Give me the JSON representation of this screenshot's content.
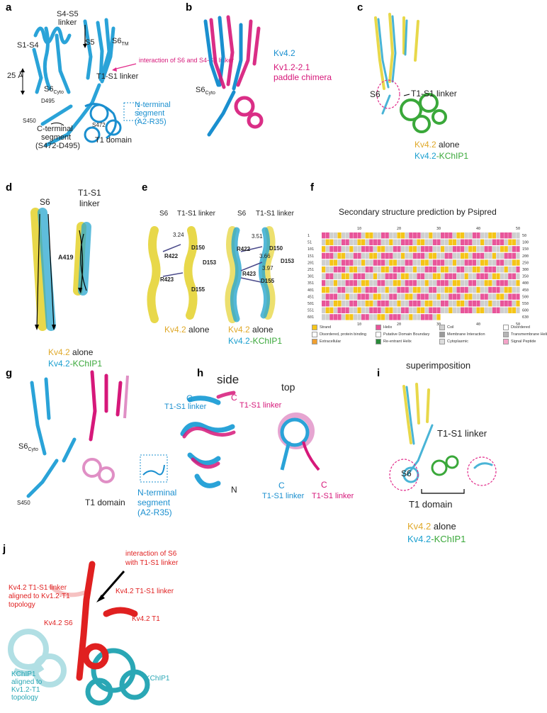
{
  "panels": {
    "a": {
      "label": "a",
      "s1s4": "S1-S4",
      "s4s5": "S4-S5",
      "linker": "linker",
      "s5": "S5",
      "s6tm": "S6",
      "s6tm_sub": "TM",
      "interaction": "interaction of S6 and S4-S5 linker",
      "t1s1": "T1-S1 linker",
      "scale": "25 Å",
      "s6cyto": "S6",
      "s6cyto_sub": "Cyto",
      "d495": "D495",
      "s450": "S450",
      "s472": "S472",
      "nterm1": "N-terminal",
      "nterm2": "segment",
      "nterm3": "(A2-R35)",
      "cterm1": "C-terminal",
      "cterm2": "segment",
      "cterm3": "(S472-D495)",
      "t1": "T1 domain"
    },
    "b": {
      "label": "b",
      "kv42": "Kv4.2",
      "chim1": "Kv1.2-2.1",
      "chim2": "paddle chimera",
      "s6cyto": "S6",
      "s6cyto_sub": "Cyto"
    },
    "c": {
      "label": "c",
      "s6": "S6",
      "t1s1": "T1-S1 linker",
      "alone_a": "Kv4.2",
      "alone_b": " alone",
      "kchip_a": "Kv4.2",
      "kchip_b": "-KChIP1"
    },
    "d": {
      "label": "d",
      "s6": "S6",
      "t1s1a": "T1-S1",
      "t1s1b": "linker",
      "a419": "A419",
      "alone_a": "Kv4.2",
      "alone_b": " alone",
      "kchip_a": "Kv4.2",
      "kchip_b": "-KChIP1"
    },
    "e": {
      "label": "e",
      "s6_1": "S6",
      "linker_1": "T1-S1 linker",
      "dist1": "3.24",
      "r422_1": "R422",
      "r423_1": "R423",
      "d150_1": "D150",
      "d153_1": "D153",
      "d155_1": "D155",
      "s6_2": "S6",
      "linker_2": "T1-S1 linker",
      "dist2": "3.51",
      "dist3": "3.66",
      "dist4": "3.97",
      "r422_2": "R422",
      "r423_2": "R423",
      "d150_2": "D150",
      "d153_2": "D153",
      "d155_2": "D155",
      "alone1_a": "Kv4.2",
      "alone1_b": " alone",
      "alone2_a": "Kv4.2",
      "alone2_b": " alone",
      "kchip_a": "Kv4.2",
      "kchip_b": "-KChIP1"
    },
    "f": {
      "label": "f",
      "title": "Secondary structure prediction by Psipred",
      "ticks": [
        "10",
        "20",
        "30",
        "40",
        "50"
      ],
      "row_starts": [
        "1",
        "51",
        "101",
        "151",
        "201",
        "251",
        "301",
        "351",
        "401",
        "451",
        "501",
        "551",
        "601"
      ],
      "row_ends": [
        "50",
        "100",
        "150",
        "200",
        "250",
        "300",
        "350",
        "400",
        "450",
        "500",
        "550",
        "600",
        "630"
      ],
      "legend": [
        {
          "label": "Strand",
          "color": "#f5c518"
        },
        {
          "label": "Helix",
          "color": "#e8559a"
        },
        {
          "label": "Coil",
          "color": "#cfcfcf"
        },
        {
          "label": "Disordered",
          "color": "#ffffff"
        },
        {
          "label": "Disordered, protein binding",
          "color": "#ffffff"
        },
        {
          "label": "Putative Domain Boundary",
          "color": "#ffffff"
        },
        {
          "label": "Membrane Interaction",
          "color": "#9a9a9a"
        },
        {
          "label": "Transmembrane Helix",
          "color": "#b5b5b5"
        },
        {
          "label": "Extracellular",
          "color": "#f0a030"
        },
        {
          "label": "Re-entrant Helix",
          "color": "#2a8a3a"
        },
        {
          "label": "Cytoplasmic",
          "color": "#dddddd"
        },
        {
          "label": "Signal Peptide",
          "color": "#f4a3c8"
        }
      ]
    },
    "g": {
      "label": "g",
      "s6cyto": "S6",
      "s6cyto_sub": "Cyto",
      "s450": "S450",
      "t1": "T1 domain",
      "nterm1": "N-terminal",
      "nterm2": "segment",
      "nterm3": "(A2-R35)"
    },
    "h": {
      "label": "h",
      "side": "side",
      "top": "top",
      "c1": "C",
      "c2": "C",
      "c3": "C",
      "c4": "C",
      "n": "N",
      "t1s1_blue1": "T1-S1 linker",
      "t1s1_mag1": "T1-S1 linker",
      "t1s1_blue2": "T1-S1 linker",
      "t1s1_mag2": "T1-S1 linker"
    },
    "i": {
      "label": "i",
      "title": "superimposition",
      "t1s1": "T1-S1 linker",
      "s6": "S6",
      "t1": "T1 domain",
      "alone_a": "Kv4.2",
      "alone_b": " alone",
      "kchip_a": "Kv4.2",
      "kchip_b": "-KChIP1"
    },
    "j": {
      "label": "j",
      "interaction1": "interaction of S6",
      "interaction2": "with T1-S1 linker",
      "aligned1": "Kv4.2 T1-S1 linker",
      "aligned2": "aligned to Kv1.2-T1",
      "aligned3": "topology",
      "t1s1": "Kv4.2 T1-S1 linker",
      "s6": "Kv4.2 S6",
      "t1": "Kv4.2 T1",
      "kchip_al1": "KChIP1",
      "kchip_al2": "aligned to",
      "kchip_al3": "Kv1.2-T1",
      "kchip_al4": "topology",
      "kchip": "KChIP1"
    }
  },
  "colors": {
    "kv42_blue": "#1a8fcf",
    "chimera_magenta": "#d6187a",
    "alone_yellow": "#e8d84a",
    "kchip_green": "#3aa83a",
    "j_red": "#e02020",
    "j_cyan": "#2aa7b5"
  }
}
